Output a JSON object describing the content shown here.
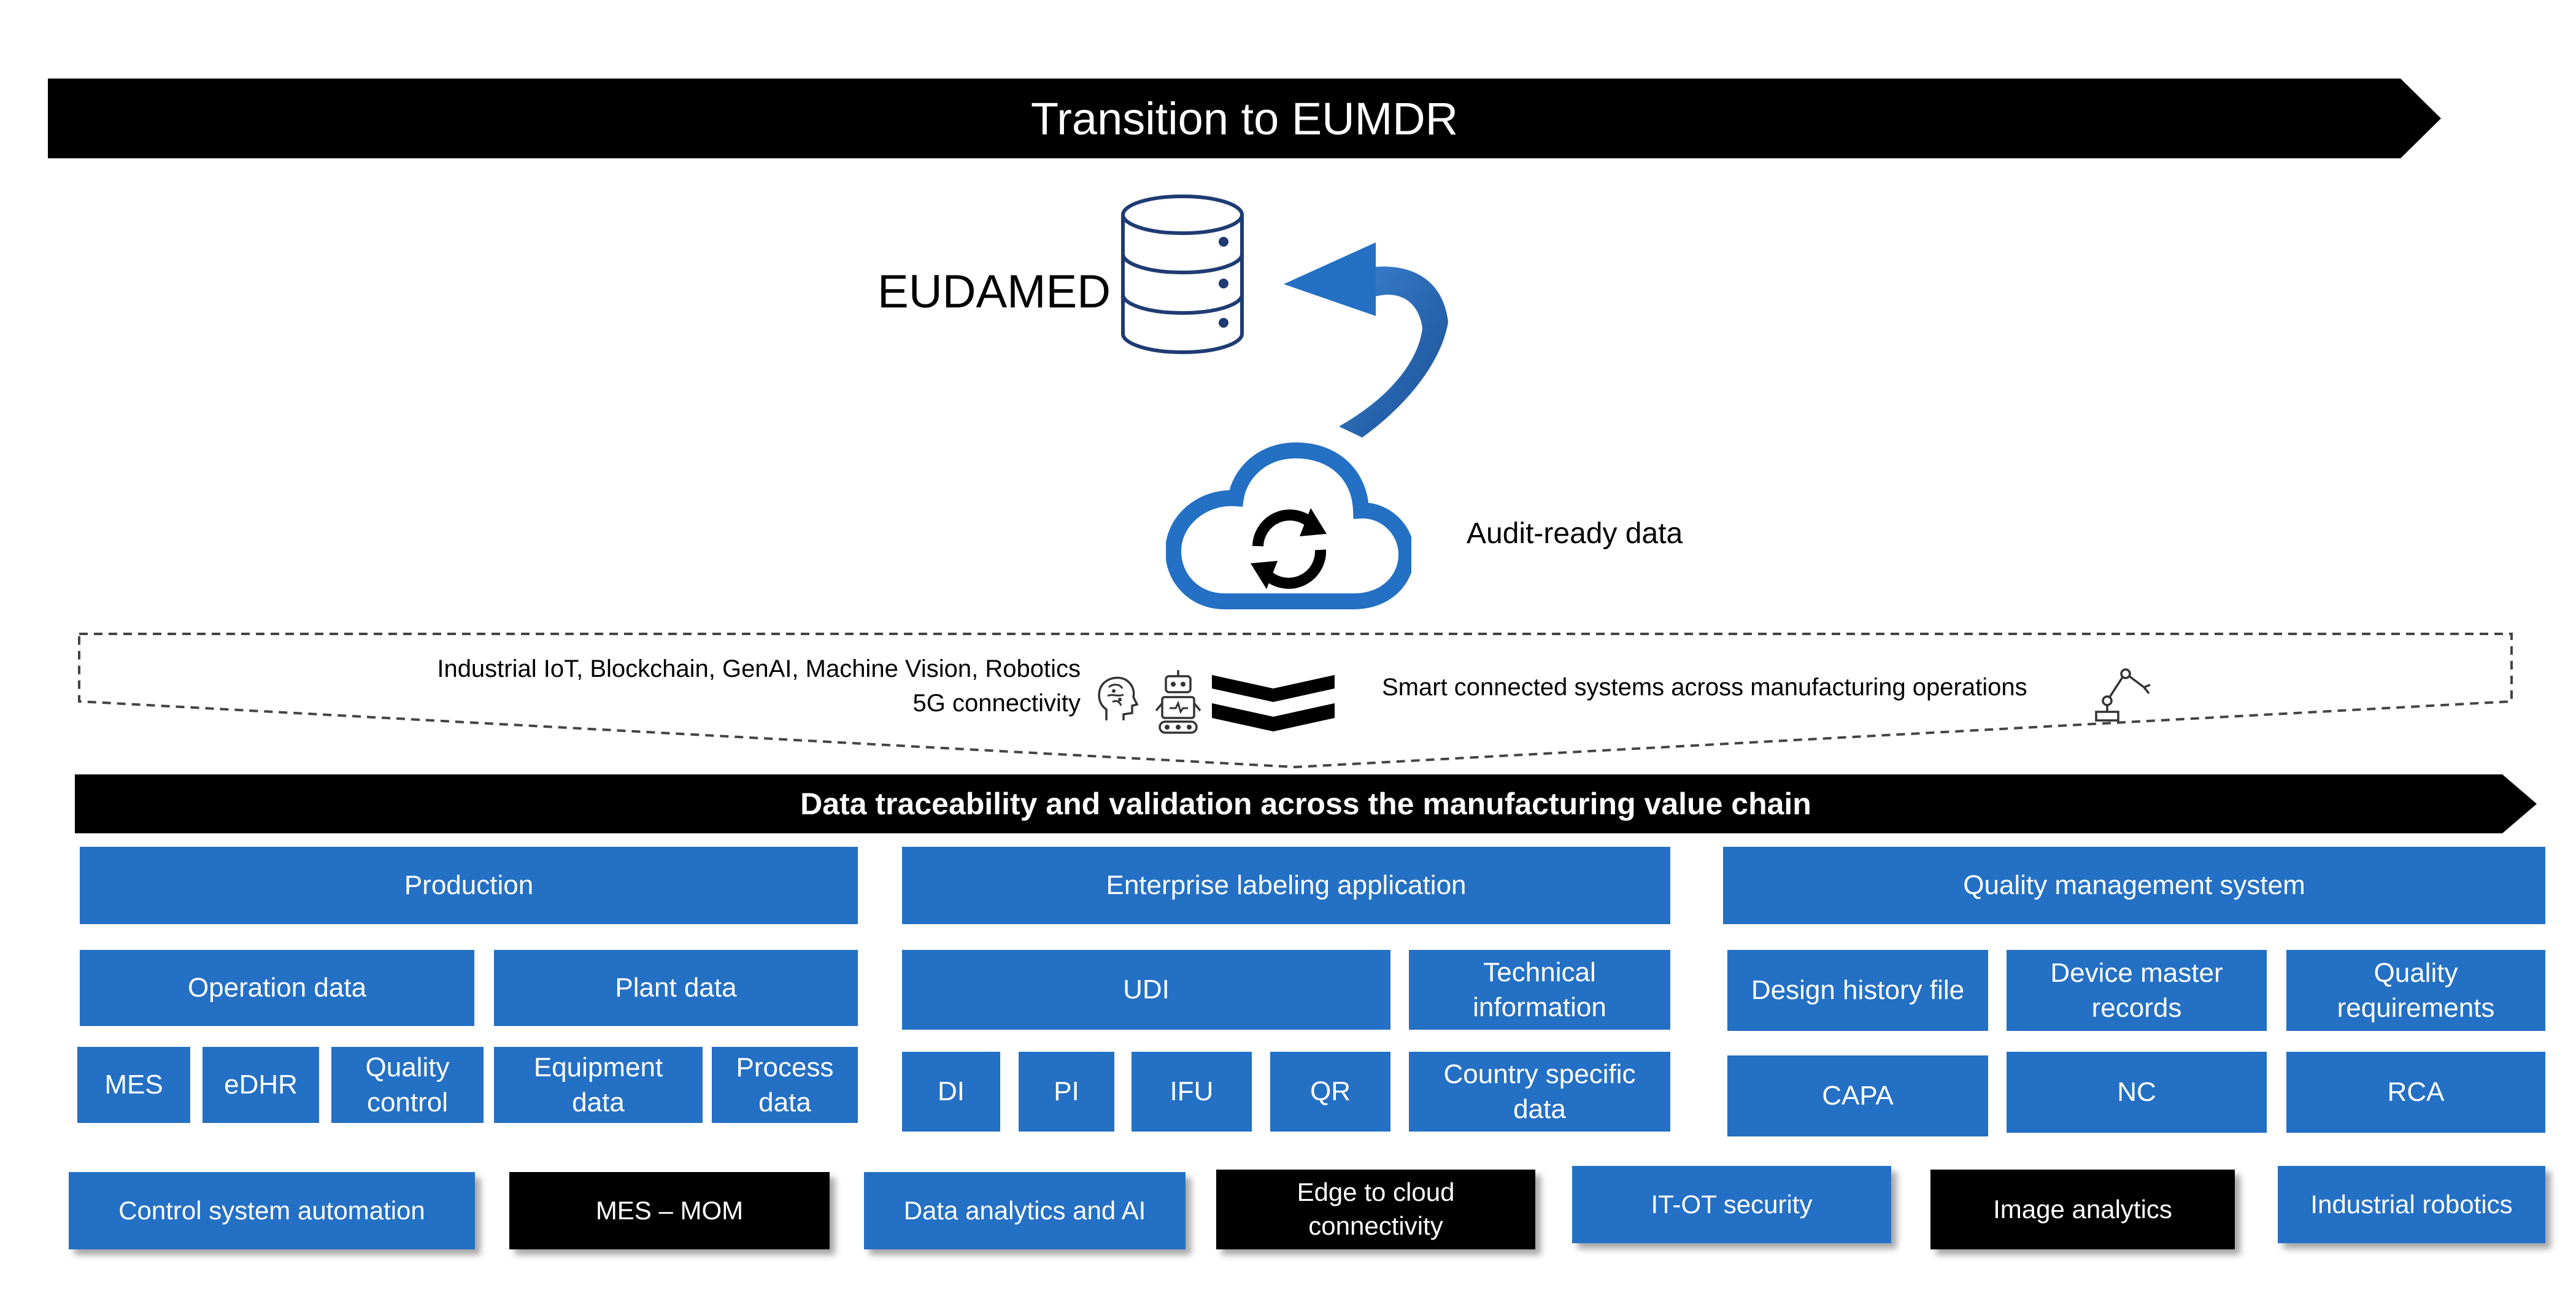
{
  "banner_top": "Transition to EUMDR",
  "eudamed_label": "EUDAMED",
  "audit_label": "Audit-ready data",
  "enablers": {
    "left_line1": "Industrial IoT, Blockchain, GenAI, Machine Vision, Robotics",
    "left_line2": "5G connectivity",
    "right": "Smart connected systems across manufacturing operations"
  },
  "banner_mid": "Data traceability and validation across the manufacturing value chain",
  "production": {
    "header": "Production",
    "operation": "Operation data",
    "plant": "Plant data",
    "mes": "MES",
    "edhr": "eDHR",
    "quality_control": "Quality control",
    "equipment": "Equipment data",
    "process": "Process data"
  },
  "labeling": {
    "header": "Enterprise labeling application",
    "udi": "UDI",
    "technical": "Technical information",
    "di": "DI",
    "pi": "PI",
    "ifu": "IFU",
    "qr": "QR",
    "country": "Country specific data"
  },
  "qms": {
    "header": "Quality management system",
    "dhf": "Design history file",
    "dmr": "Device master records",
    "qreq": "Quality requirements",
    "capa": "CAPA",
    "nc": "NC",
    "rca": "RCA"
  },
  "tech": {
    "control": "Control system automation",
    "mes_mom": "MES – MOM",
    "analytics": "Data analytics and AI",
    "edge": "Edge to cloud connectivity",
    "itot": "IT-OT security",
    "image": "Image analytics",
    "robotics": "Industrial robotics"
  },
  "colors": {
    "accent": "#2470c4",
    "banner": "#000000"
  }
}
